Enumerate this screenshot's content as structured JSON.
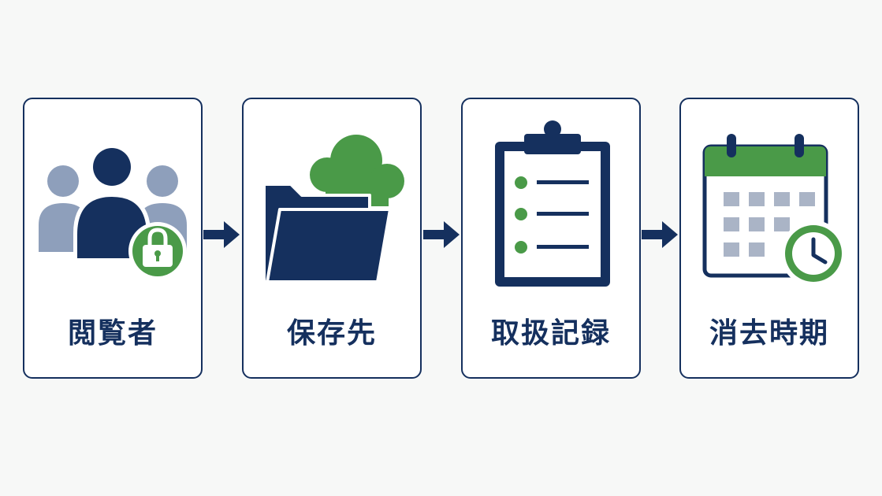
{
  "colors": {
    "navy": "#15305e",
    "green": "#4a9a48",
    "gray_blue": "#8e9fbb",
    "light_gray": "#aab4c6"
  },
  "steps": [
    {
      "label": "閲覧者",
      "icon": "users-lock-icon"
    },
    {
      "label": "保存先",
      "icon": "folder-cloud-icon"
    },
    {
      "label": "取扱記録",
      "icon": "clipboard-list-icon"
    },
    {
      "label": "消去時期",
      "icon": "calendar-clock-icon"
    }
  ]
}
